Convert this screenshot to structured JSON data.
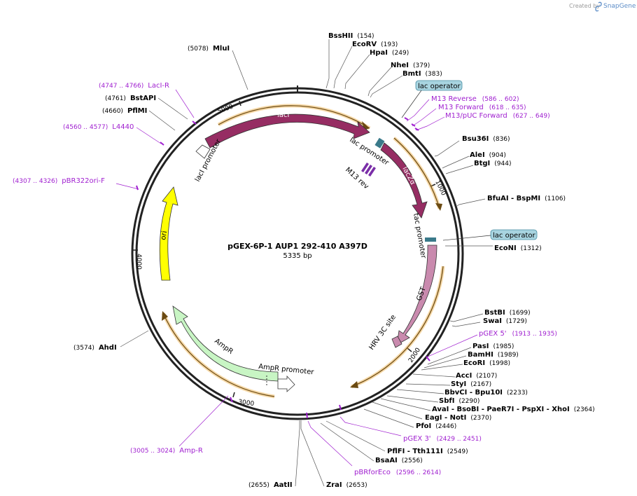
{
  "credit": {
    "created_by": "Created by",
    "brand": "SnapGene",
    "icon": "snapgene-logo-icon"
  },
  "plasmid": {
    "name": "pGEX-6P-1 AUP1 292-410 A397D",
    "length": "5335 bp"
  },
  "ticks": [
    "1000",
    "2000",
    "3000",
    "4000",
    "5000"
  ],
  "operators": {
    "top": "lac operator",
    "right": "lac operator"
  },
  "features": {
    "lacI": "lacI",
    "lacI_promoter": "lacI promoter",
    "lac_promoter": "lac promoter",
    "m13_rev": "M13 rev",
    "lacZa": "lacZα",
    "tac_promoter": "tac promoter",
    "gst": "GST",
    "hrv": "HRV 3C site",
    "ampr": "AmpR",
    "ampr_promoter": "AmpR promoter",
    "ori": "ori"
  },
  "enzymes": [
    {
      "name": "BssHII",
      "pos": "(154)"
    },
    {
      "name": "EcoRV",
      "pos": "(193)"
    },
    {
      "name": "HpaI",
      "pos": "(249)"
    },
    {
      "name": "NheI",
      "pos": "(379)"
    },
    {
      "name": "BmtI",
      "pos": "(383)"
    },
    {
      "name": "Bsu36I",
      "pos": "(836)"
    },
    {
      "name": "AleI",
      "pos": "(904)"
    },
    {
      "name": "BtgI",
      "pos": "(944)"
    },
    {
      "name": "BfuAI - BspMI",
      "pos": "(1106)"
    },
    {
      "name": "EcoNI",
      "pos": "(1312)"
    },
    {
      "name": "BstBI",
      "pos": "(1699)"
    },
    {
      "name": "SwaI",
      "pos": "(1729)"
    },
    {
      "name": "PasI",
      "pos": "(1985)"
    },
    {
      "name": "BamHI",
      "pos": "(1989)"
    },
    {
      "name": "EcoRI",
      "pos": "(1998)"
    },
    {
      "name": "AccI",
      "pos": "(2107)"
    },
    {
      "name": "StyI",
      "pos": "(2167)"
    },
    {
      "name": "BbvCI - Bpu10I",
      "pos": "(2233)"
    },
    {
      "name": "SbfI",
      "pos": "(2290)"
    },
    {
      "name": "AvaI - BsoBI - PaeR7I - PspXI - XhoI",
      "pos": "(2364)"
    },
    {
      "name": "EagI - NotI",
      "pos": "(2370)"
    },
    {
      "name": "PfoI",
      "pos": "(2446)"
    },
    {
      "name": "PflFI - Tth111I",
      "pos": "(2549)"
    },
    {
      "name": "BsaAI",
      "pos": "(2556)"
    },
    {
      "name": "ZraI",
      "pos": "(2653)"
    },
    {
      "name": "AatII",
      "pos": "(2655)"
    },
    {
      "name": "AhdI",
      "pos": "(3574)"
    },
    {
      "name": "PflMI",
      "pos": "(4660)"
    },
    {
      "name": "BstAPI",
      "pos": "(4761)"
    },
    {
      "name": "MluI",
      "pos": "(5078)"
    }
  ],
  "primers": [
    {
      "name": "M13 Reverse",
      "pos": "(586 .. 602)"
    },
    {
      "name": "M13 Forward",
      "pos": "(618 .. 635)"
    },
    {
      "name": "M13/pUC Forward",
      "pos": "(627 .. 649)"
    },
    {
      "name": "pGEX 5'",
      "pos": "(1913 .. 1935)"
    },
    {
      "name": "pGEX 3'",
      "pos": "(2429 .. 2451)"
    },
    {
      "name": "pBRforEco",
      "pos": "(2596 .. 2614)"
    },
    {
      "name": "Amp-R",
      "pos": "(3005 .. 3024)"
    },
    {
      "name": "pBR322ori-F",
      "pos": "(4307 .. 4326)"
    },
    {
      "name": "L4440",
      "pos": "(4560 .. 4577)"
    },
    {
      "name": "LacI-R",
      "pos": "(4747 .. 4766)"
    }
  ],
  "colors": {
    "lacI": "#962d63",
    "lacZa": "#962d63",
    "gst": "#c98aae",
    "ampr": "#c8f5c4",
    "ori": "#ffff00",
    "orf": "#e8a93c",
    "primer": "#a020d0",
    "operator_box": "#a8d4e0"
  }
}
